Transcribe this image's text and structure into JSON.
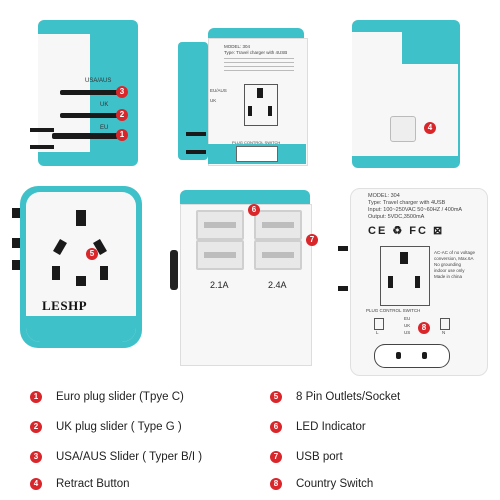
{
  "top_left": {
    "labels": {
      "usa_aus": "USA/AUS",
      "uk": "UK",
      "eu": "EU"
    }
  },
  "top_middle": {
    "model_text": "MODEL: 304",
    "type_text": "Type: Travel charger with 4USB",
    "control_text": "PLUG CONTROL SWITCH",
    "side_text_1": "EU/AUS",
    "side_text_2": "UK"
  },
  "front": {
    "brand": "LESHP"
  },
  "usb_view": {
    "current_left": "2.1A",
    "current_right": "2.4A"
  },
  "back_label": {
    "model": "MODEL: 304",
    "type": "Type: Travel charger with 4USB",
    "input": "Input: 100~250VAC 50~60HZ / 400mA",
    "output": "Output: 5VDC,3500mA",
    "note_1": "AC-AC of no voltage",
    "note_2": "conversion, Max.6A",
    "note_3": "No grounding",
    "note_4": "indoor use only",
    "note_5": "Made in china",
    "control": "PLUG CONTROL SWITCH",
    "switch_eu": "EU",
    "switch_uk": "UK",
    "switch_us": "US",
    "l_label": "L",
    "n_label": "N"
  },
  "badges": [
    "1",
    "2",
    "3",
    "4",
    "5",
    "6",
    "7",
    "8"
  ],
  "legend": {
    "left": [
      {
        "num": "1",
        "text": "Euro plug slider (Tpye C)"
      },
      {
        "num": "2",
        "text": "UK plug slider ( Type G )"
      },
      {
        "num": "3",
        "text": "USA/AUS Slider ( Typer B/I )"
      },
      {
        "num": "4",
        "text": "Retract Button"
      }
    ],
    "right": [
      {
        "num": "5",
        "text": "8 Pin Outlets/Socket"
      },
      {
        "num": "6",
        "text": "LED Indicator"
      },
      {
        "num": "7",
        "text": "USB port"
      },
      {
        "num": "8",
        "text": "Country Switch"
      }
    ]
  },
  "colors": {
    "accent": "#3fc1c9",
    "badge": "#d9262b",
    "body": "#f7f7f7"
  }
}
